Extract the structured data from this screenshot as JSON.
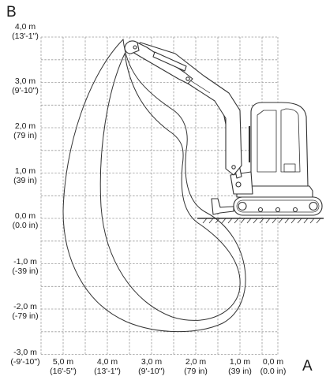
{
  "axis_letters": {
    "vertical": "B",
    "horizontal": "A"
  },
  "y_labels": [
    {
      "metric": "4,0 m",
      "imperial": "(13'-1\")"
    },
    {
      "metric": "3,0 m",
      "imperial": "(9'-10\")"
    },
    {
      "metric": "2,0 m",
      "imperial": "(79 in)"
    },
    {
      "metric": "1,0 m",
      "imperial": "(39 in)"
    },
    {
      "metric": "0,0 m",
      "imperial": "(0.0 in)"
    },
    {
      "metric": "-1,0 m",
      "imperial": "(-39 in)"
    },
    {
      "metric": "-2,0 m",
      "imperial": "(-79 in)"
    },
    {
      "metric": "-3,0 m",
      "imperial": "(-9'-10\")"
    }
  ],
  "x_labels": [
    {
      "metric": "5,0 m",
      "imperial": "(16'-5\")"
    },
    {
      "metric": "4,0 m",
      "imperial": "(13'-1\")"
    },
    {
      "metric": "3,0 m",
      "imperial": "(9'-10\")"
    },
    {
      "metric": "2,0 m",
      "imperial": "(79 in)"
    },
    {
      "metric": "1,0 m",
      "imperial": "(39 in)"
    },
    {
      "metric": "0,0 m",
      "imperial": "(0.0 in)"
    }
  ],
  "colors": {
    "grid": "#9a9a9a",
    "line": "#333333",
    "text": "#1a1a1a"
  }
}
